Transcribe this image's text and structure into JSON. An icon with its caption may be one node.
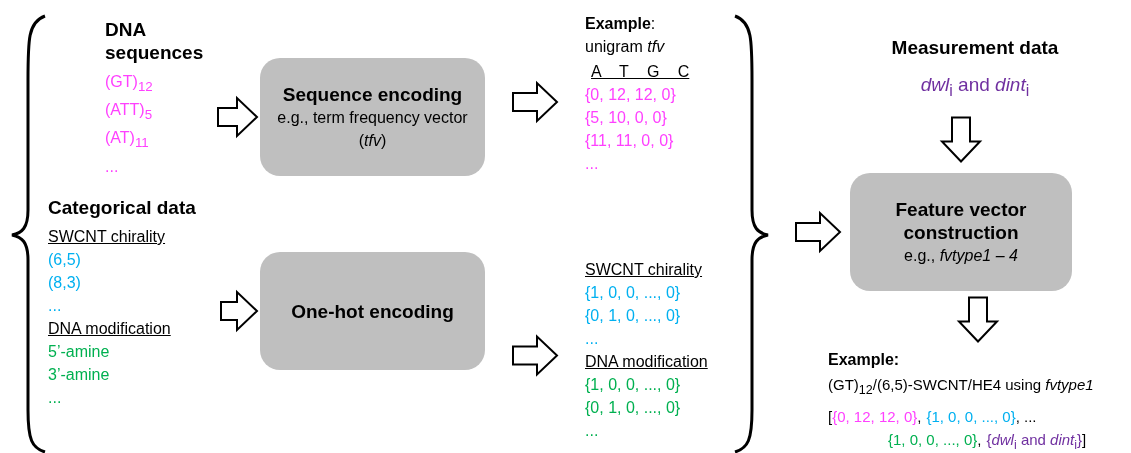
{
  "diagram": {
    "nodes": [
      {
        "text": [
          "DNA sequences",
          "(GT)$_{12}$",
          "(ATT)$_{5}$",
          "(AT)$_{11}$",
          "..."
        ]
      },
      {
        "text": [
          "Sequence encoding",
          "e.g., term frequency vector (*tfv*)"
        ]
      },
      {
        "text": [
          "**Example**:",
          "unigram *tfv*",
          "A T G C",
          "{0, 12, 12, 0}",
          "{5, 10, 0, 0}",
          "{11, 11, 0, 0}",
          "..."
        ]
      },
      {
        "text": [
          "Categorical data",
          "SWCNT chirality",
          "(6,5)",
          "(8,3)",
          "...",
          "DNA modification",
          "5’-amine",
          "3’-amine",
          "..."
        ]
      },
      {
        "text": [
          "One-hot encoding"
        ]
      },
      {
        "text": [
          "SWCNT chirality",
          "{1, 0, 0, ..., 0}",
          "{0, 1, 0, ..., 0}",
          "...",
          "DNA modification",
          "{1, 0, 0, ..., 0}",
          "{0, 1, 0, ..., 0}",
          "..."
        ]
      },
      {
        "text": [
          "Measurement data",
          "*dwl*$_{i}$ and *dint*$_{i}$"
        ]
      },
      {
        "text": [
          "Feature vector construction",
          "e.g., *fvtype1 – 4*"
        ]
      },
      {
        "text": [
          "Example:",
          "(GT)$_{12}$/(6,5)-SWCNT/HE4 using *fvtype1*",
          "[",
          "{0, 12, 12, 0}",
          ",",
          "{1, 0, 0, ..., 0}",
          ", ...",
          "{1, 0, 0, ..., 0}",
          ",",
          "{*dwl*$_{i}$ and *dint*$_{i}$}",
          "]"
        ]
      }
    ],
    "edges": [
      {
        "from": 0,
        "to": 1,
        "arrow": "to"
      },
      {
        "from": 1,
        "to": 2,
        "arrow": "to"
      },
      {
        "from": 3,
        "to": 4,
        "arrow": "to"
      },
      {
        "from": 4,
        "to": 5,
        "arrow": "to"
      },
      {
        "from": null,
        "to": 7,
        "arrow": "to"
      },
      {
        "from": 6,
        "to": 7,
        "arrow": "to"
      },
      {
        "from": 7,
        "to": 8,
        "arrow": "to"
      }
    ]
  }
}
